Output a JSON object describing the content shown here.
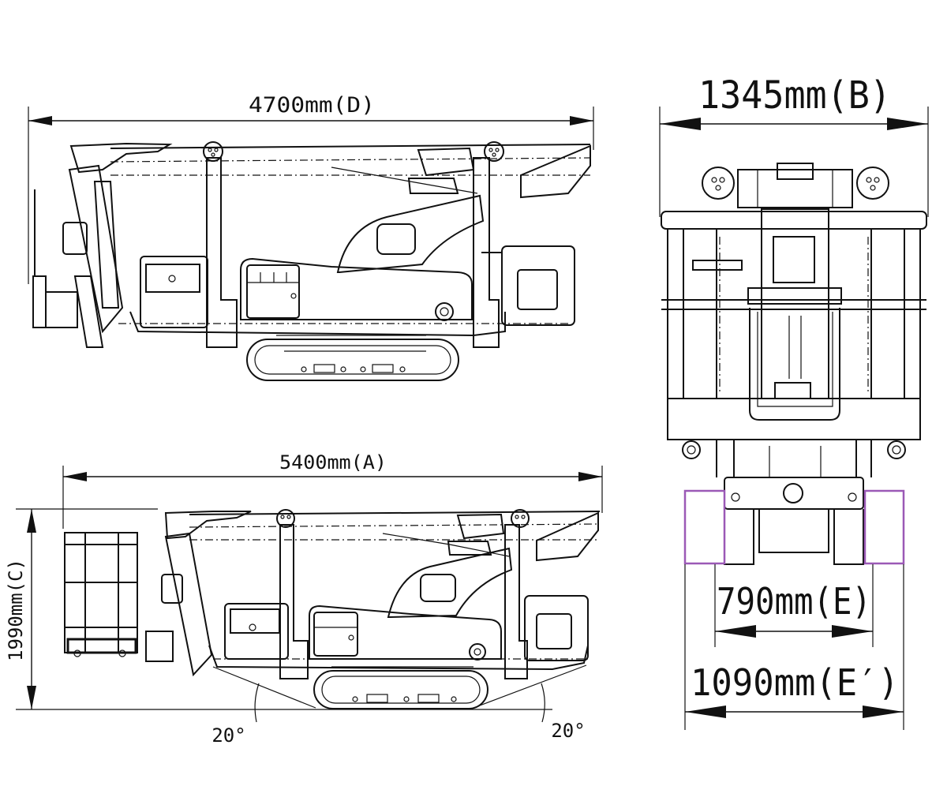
{
  "dimensions": {
    "top_length": "4700mm(D)",
    "bottom_length": "5400mm(A)",
    "height": "1990mm(C)",
    "front_width": "1345mm(B)",
    "track_inner": "790mm(E)",
    "track_outer": "1090mm(E′)",
    "angle_left": "20°",
    "angle_right": "20°"
  },
  "colors": {
    "line": "#111111",
    "highlight": "#9b59b6",
    "background": "#ffffff"
  }
}
